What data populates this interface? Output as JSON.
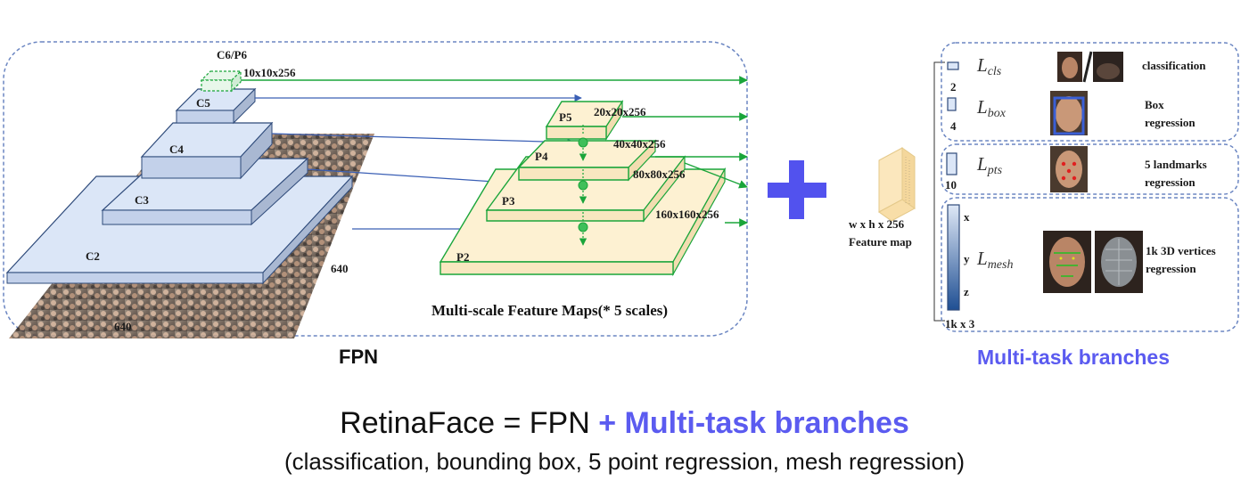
{
  "fpn": {
    "levels": [
      "C2",
      "C3",
      "C4",
      "C5",
      "C6/P6"
    ],
    "c6_dims": "10x10x256",
    "input_w": "640",
    "input_h": "640",
    "pyramid": [
      {
        "label": "P5",
        "dims": "20x20x256"
      },
      {
        "label": "P4",
        "dims": "40x40x256"
      },
      {
        "label": "P3",
        "dims": "80x80x256"
      },
      {
        "label": "P2",
        "dims": "160x160x256"
      }
    ],
    "multiscale_label": "Multi-scale Feature Maps(* 5 scales)",
    "caption": "FPN"
  },
  "feature_map": {
    "dims": "w x h x 256",
    "label": "Feature map"
  },
  "branches": {
    "caption": "Multi-task branches",
    "cls": {
      "loss": "L",
      "sub": "cls",
      "channels": "2",
      "desc": "classification"
    },
    "box": {
      "loss": "L",
      "sub": "box",
      "channels": "4",
      "desc_line1": "Box",
      "desc_line2": "regression"
    },
    "pts": {
      "loss": "L",
      "sub": "pts",
      "channels": "10",
      "desc_line1": "5 landmarks",
      "desc_line2": "regression"
    },
    "mesh": {
      "loss": "L",
      "sub": "mesh",
      "channels": "1k x 3",
      "axes": [
        "x",
        "y",
        "z"
      ],
      "desc_line1": "1k 3D vertices",
      "desc_line2": "regression"
    }
  },
  "title": {
    "prefix": "RetinaFace = FPN",
    "accent": "+ Multi-task branches"
  },
  "subtitle": "(classification, bounding box, 5 point regression, mesh regression)",
  "colors": {
    "blue_face": "#dbe6f7",
    "blue_edge": "#2e4a7a",
    "green": "#1aa53a",
    "cream": "#fdf1d2",
    "accent": "#5b5bf0",
    "plus": "#5252ee"
  }
}
